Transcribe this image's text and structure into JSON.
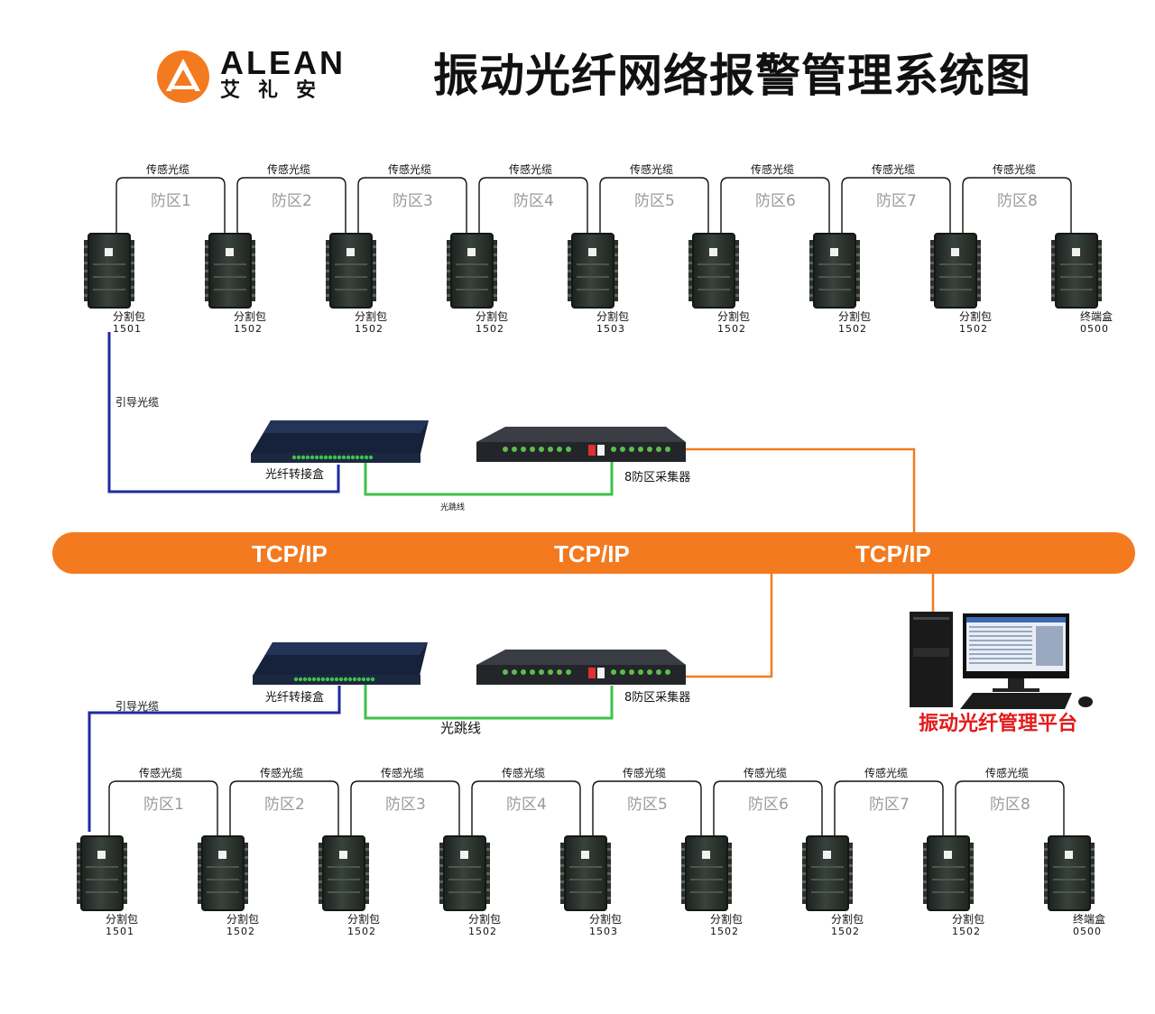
{
  "header": {
    "brand_name": "ALEAN",
    "brand_cn": "艾礼安",
    "title": "振动光纤网络报警管理系统图",
    "logo_icon": "alean-logo-icon",
    "brand_color": "#f47a20"
  },
  "top_section": {
    "sensing_cable_label": "传感光缆",
    "zones": [
      "防区1",
      "防区2",
      "防区3",
      "防区4",
      "防区5",
      "防区6",
      "防区7",
      "防区8"
    ],
    "boxes": [
      {
        "name": "分割包",
        "code": "1501"
      },
      {
        "name": "分割包",
        "code": "1502"
      },
      {
        "name": "分割包",
        "code": "1502"
      },
      {
        "name": "分割包",
        "code": "1502"
      },
      {
        "name": "分割包",
        "code": "1503"
      },
      {
        "name": "分割包",
        "code": "1502"
      },
      {
        "name": "分割包",
        "code": "1502"
      },
      {
        "name": "分割包",
        "code": "1502"
      },
      {
        "name": "终端盒",
        "code": "0500"
      }
    ],
    "lead_cable_label": "引导光缆",
    "converter_label": "光纤转接盒",
    "collector_label": "8防区采集器",
    "jumper_label": "光跳线"
  },
  "network": {
    "tcp_labels": [
      "TCP/IP",
      "TCP/IP",
      "TCP/IP"
    ],
    "bar_color": "#f47a20"
  },
  "platform": {
    "label": "振动光纤管理平台",
    "label_color": "#e31b1b"
  },
  "bottom_section": {
    "sensing_cable_label": "传感光缆",
    "zones": [
      "防区1",
      "防区2",
      "防区3",
      "防区4",
      "防区5",
      "防区6",
      "防区7",
      "防区8"
    ],
    "boxes": [
      {
        "name": "分割包",
        "code": "1501"
      },
      {
        "name": "分割包",
        "code": "1502"
      },
      {
        "name": "分割包",
        "code": "1502"
      },
      {
        "name": "分割包",
        "code": "1502"
      },
      {
        "name": "分割包",
        "code": "1503"
      },
      {
        "name": "分割包",
        "code": "1502"
      },
      {
        "name": "分割包",
        "code": "1502"
      },
      {
        "name": "分割包",
        "code": "1502"
      },
      {
        "name": "终端盒",
        "code": "0500"
      }
    ],
    "lead_cable_label": "引导光缆",
    "converter_label": "光纤转接盒",
    "collector_label": "8防区采集器",
    "jumper_label": "光跳线"
  },
  "colors": {
    "lead_cable": "#1f2aa0",
    "jumper": "#3cc24a",
    "network_link": "#f47a20",
    "zone_text": "#9a9a9a"
  }
}
